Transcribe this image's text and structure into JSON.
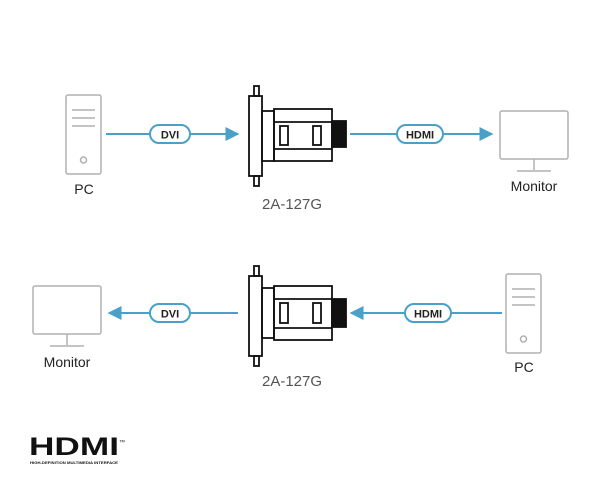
{
  "top_row": {
    "source_label": "PC",
    "input_tag": "DVI",
    "device_model": "2A-127G",
    "output_tag": "HDMI",
    "sink_label": "Monitor"
  },
  "bottom_row": {
    "sink_label": "Monitor",
    "output_tag": "DVI",
    "device_model": "2A-127G",
    "input_tag": "HDMI",
    "source_label": "PC"
  },
  "logo": {
    "wordmark": "HDMI",
    "tagline": "HIGH-DEFINITION MULTIMEDIA INTERFACE",
    "trademark": "™"
  },
  "colors": {
    "arrow": "#4aa0c8",
    "device_outline": "#b0b0b0",
    "adapter": "#111111"
  }
}
